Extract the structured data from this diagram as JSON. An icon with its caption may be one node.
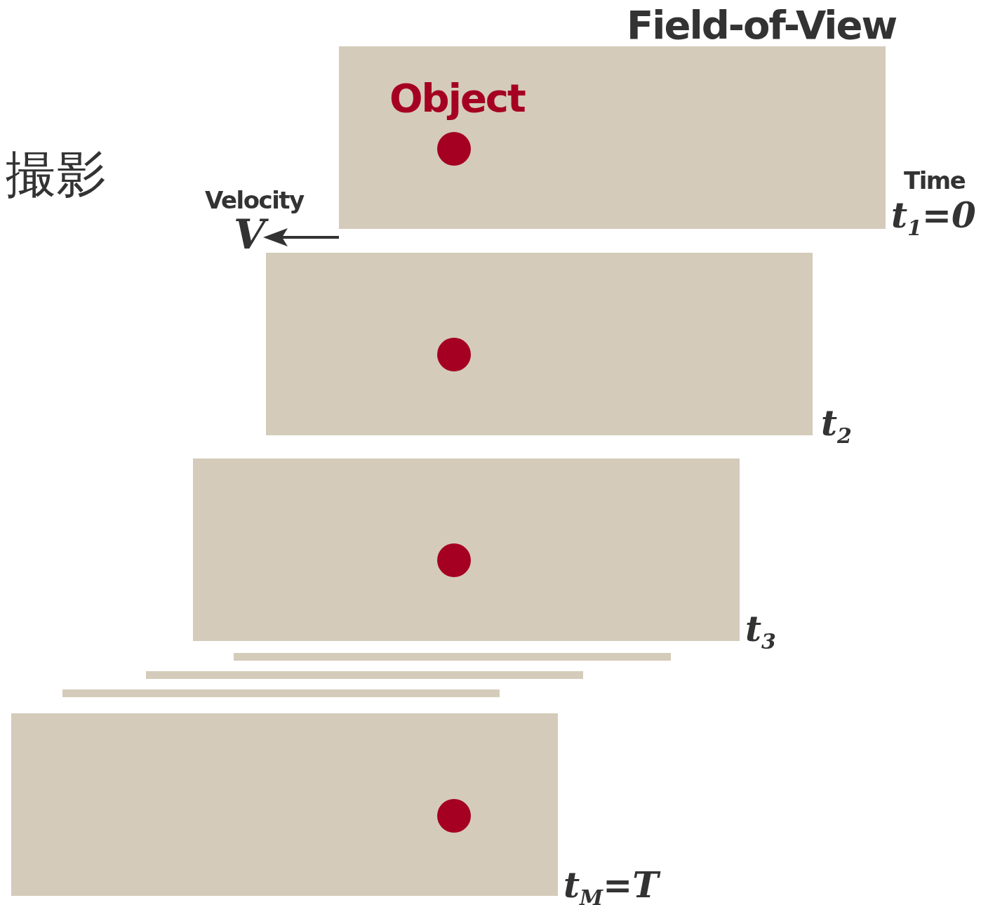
{
  "diagram": {
    "title": "Field-of-View",
    "nodes": [
      {
        "text": [
          "Object"
        ],
        "beside": [
          "t$_{1}$=0"
        ]
      },
      {
        "text": [],
        "shape": "circle",
        "in": 0
      },
      {
        "text": [],
        "shape": "box",
        "beside": [
          "t$_{2}$"
        ]
      },
      {
        "text": [],
        "shape": "circle",
        "in": 2
      },
      {
        "text": [],
        "shape": "box",
        "beside": [
          "t$_{3}$"
        ]
      },
      {
        "text": [],
        "shape": "circle",
        "in": 4
      },
      {
        "text": [],
        "shape": "bar"
      },
      {
        "text": [],
        "shape": "bar"
      },
      {
        "text": [],
        "shape": "bar"
      },
      {
        "text": [],
        "shape": "box",
        "beside": [
          "t$_{M}$=T"
        ]
      },
      {
        "text": [],
        "shape": "circle",
        "in": 9
      }
    ],
    "labels": [
      "撮影",
      "Velocity",
      "V",
      "Time"
    ]
  }
}
